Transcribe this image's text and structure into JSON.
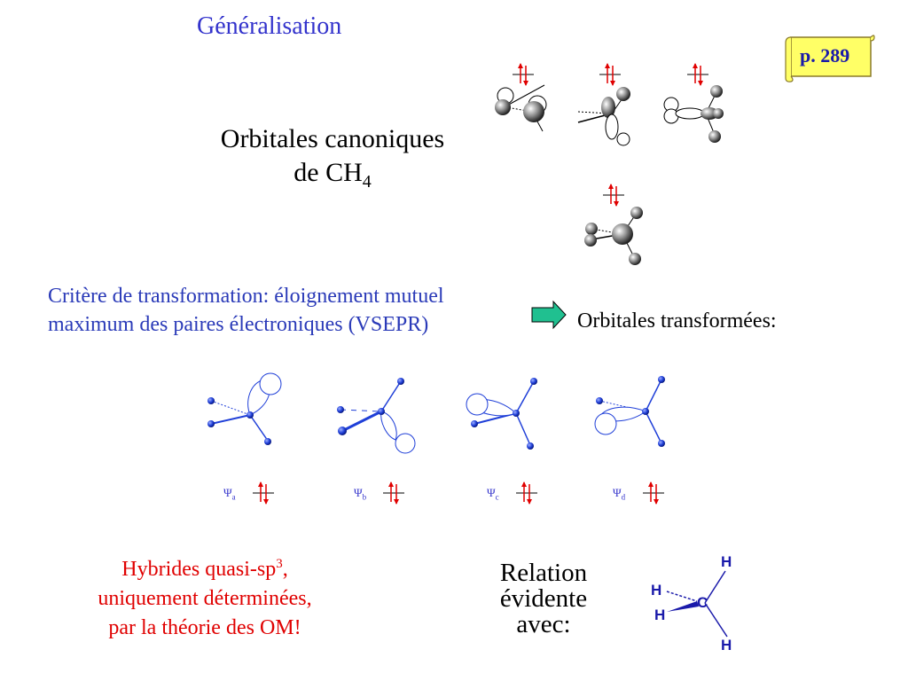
{
  "slide": {
    "title": "Généralisation",
    "page_ref": "p. 289",
    "canonical": {
      "line1": "Orbitales canoniques",
      "line2_prefix": "de CH",
      "line2_sub": "4"
    },
    "criterion": {
      "line1": "Critère de transformation: éloignement mutuel",
      "line2": "maximum des paires électroniques (VSEPR)"
    },
    "transformed_label": "Orbitales transformées:",
    "psi_labels": [
      {
        "symbol": "Ψ",
        "sub": "a"
      },
      {
        "symbol": "Ψ",
        "sub": "b"
      },
      {
        "symbol": "Ψ",
        "sub": "c"
      },
      {
        "symbol": "Ψ",
        "sub": "d"
      }
    ],
    "hybrids": {
      "line1_prefix": "Hybrides quasi-sp",
      "line1_sup": "3",
      "line1_suffix": ",",
      "line2": "uniquement déterminées,",
      "line3": "par la théorie des OM!"
    },
    "relation": {
      "line1": "Relation",
      "line2": "évidente",
      "line3": "avec:"
    },
    "molecule": {
      "center": "C",
      "h_top": "H",
      "h_left_back": "H",
      "h_left_front": "H",
      "h_bottom": "H"
    },
    "colors": {
      "title": "#3333cc",
      "criterion": "#2a3ab8",
      "hybrids": "#e00000",
      "molecule": "#1a1aaa",
      "orbital_blue": "#1f3fd8",
      "electron_arrow": "#e00000",
      "arrow_fill": "#20c090",
      "scroll_fill": "#ffff66"
    },
    "icons": [
      "scroll-icon",
      "right-arrow-icon",
      "electron-pair-icon"
    ]
  }
}
